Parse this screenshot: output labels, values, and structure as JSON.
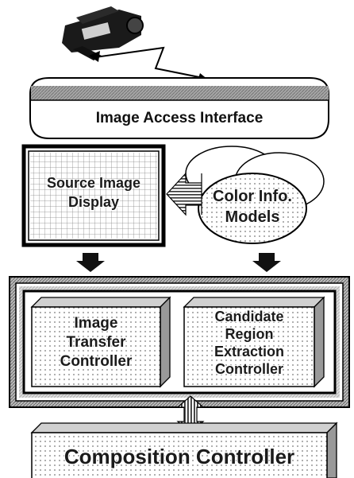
{
  "interface": {
    "label": "Image Access Interface"
  },
  "source_display": {
    "line1": "Source Image",
    "line2": "Display"
  },
  "color_models": {
    "line1": "Color Info.",
    "line2": "Models"
  },
  "transfer_controller": {
    "line1": "Image",
    "line2": "Transfer",
    "line3": "Controller"
  },
  "candidate_controller": {
    "line1": "Candidate",
    "line2": "Region",
    "line3": "Extraction",
    "line4": "Controller"
  },
  "composition": {
    "label": "Composition Controller"
  },
  "icons": {
    "camera": "video-camera-icon",
    "link": "wireless-link-icon"
  }
}
